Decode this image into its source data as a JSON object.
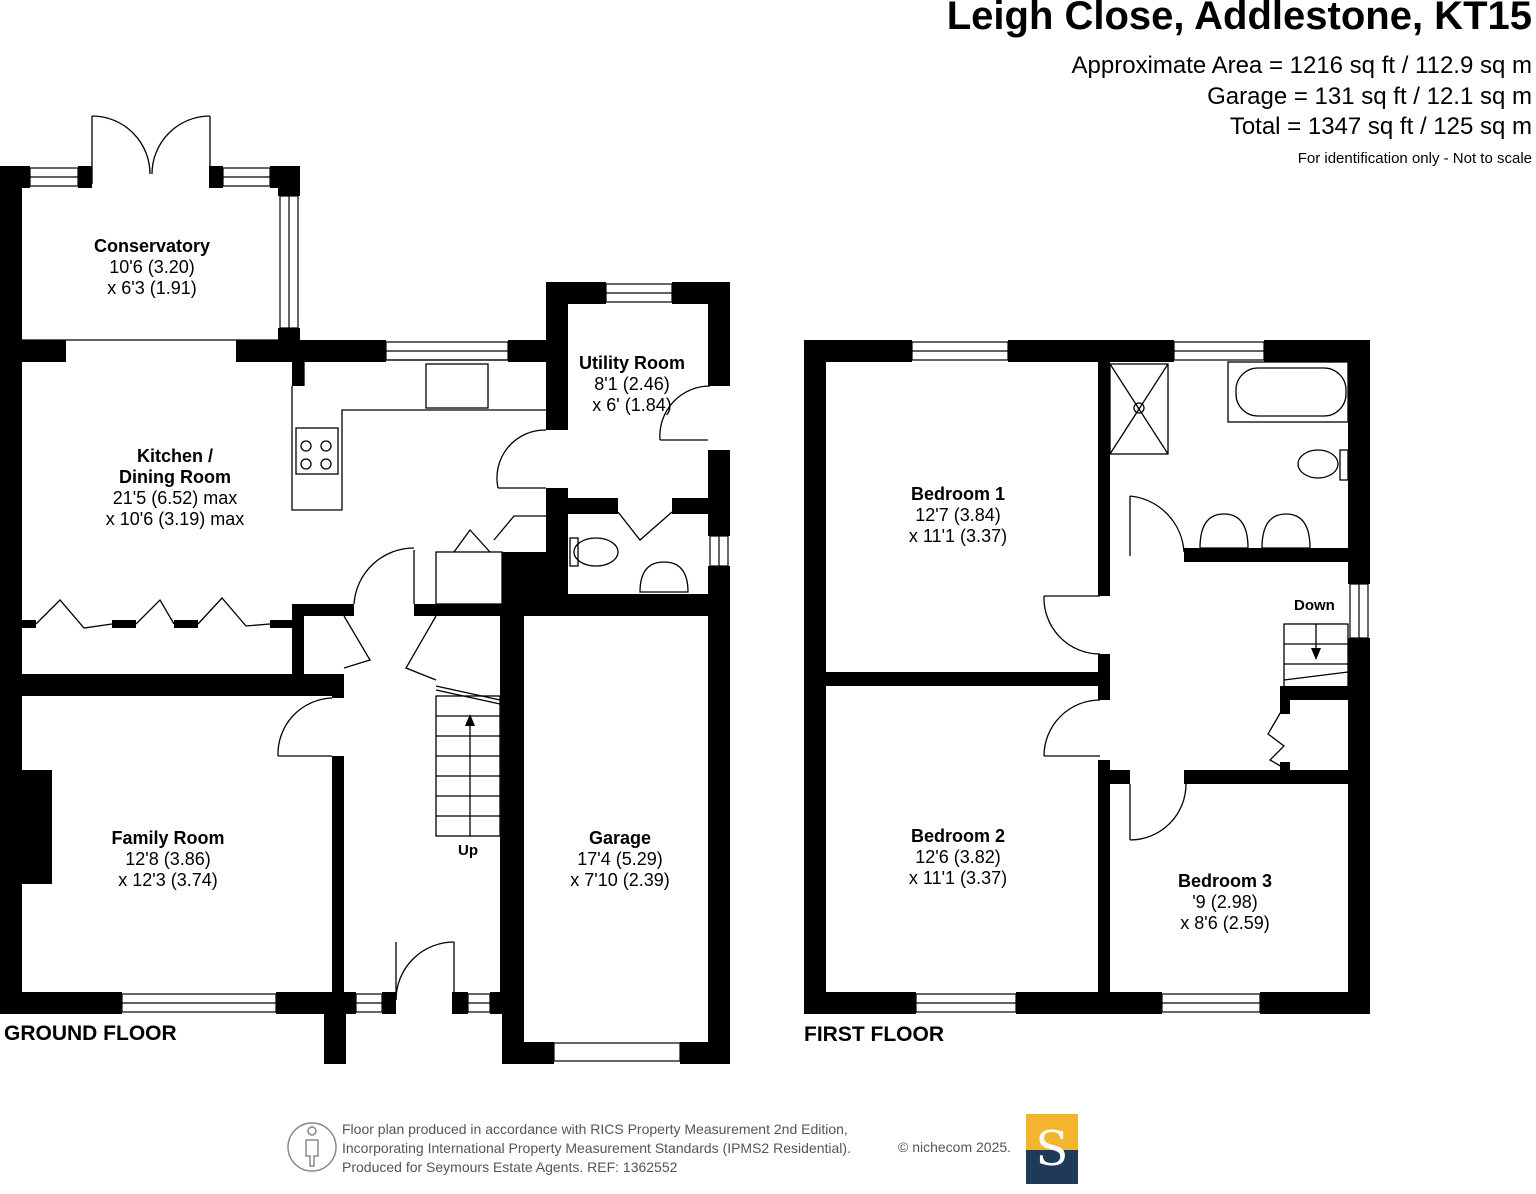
{
  "header": {
    "title": "Leigh Close, Addlestone, KT15",
    "area": "Approximate Area = 1216 sq ft / 112.9 sq m",
    "garage": "Garage = 131 sq ft / 12.1 sq m",
    "total": "Total = 1347 sq ft / 125 sq m",
    "note": "For identification only - Not to scale"
  },
  "ground_floor": {
    "label": "GROUND FLOOR",
    "rooms": {
      "conservatory": {
        "name": "Conservatory",
        "dim1": "10'6 (3.20)",
        "dim2": "x 6'3 (1.91)"
      },
      "kitchen": {
        "name1": "Kitchen /",
        "name2": "Dining Room",
        "dim1": "21'5 (6.52) max",
        "dim2": "x 10'6 (3.19) max"
      },
      "utility": {
        "name": "Utility Room",
        "dim1": "8'1 (2.46)",
        "dim2": "x 6' (1.84)"
      },
      "family": {
        "name": "Family Room",
        "dim1": "12'8 (3.86)",
        "dim2": "x 12'3 (3.74)"
      },
      "garage": {
        "name": "Garage",
        "dim1": "17'4 (5.29)",
        "dim2": "x 7'10 (2.39)"
      }
    },
    "stairs_label": "Up"
  },
  "first_floor": {
    "label": "FIRST FLOOR",
    "rooms": {
      "bedroom1": {
        "name": "Bedroom 1",
        "dim1": "12'7 (3.84)",
        "dim2": "x 11'1 (3.37)"
      },
      "bedroom2": {
        "name": "Bedroom 2",
        "dim1": "12'6 (3.82)",
        "dim2": "x 11'1 (3.37)"
      },
      "bedroom3": {
        "name": "Bedroom 3",
        "dim1": "'9 (2.98)",
        "dim2": "x 8'6 (2.59)"
      }
    },
    "stairs_label": "Down"
  },
  "footer": {
    "line1": "Floor plan produced in accordance with RICS Property Measurement 2nd Edition,",
    "line2": "Incorporating International Property Measurement Standards (IPMS2 Residential).",
    "line3": "Produced for Seymours Estate Agents.   REF: 1362552",
    "copyright": "© nichecom 2025.",
    "badge_letter": "S"
  },
  "colors": {
    "wall": "#000000",
    "badge_top": "#f2b52d",
    "badge_bottom": "#1e3a57",
    "footer_text": "#555555"
  }
}
